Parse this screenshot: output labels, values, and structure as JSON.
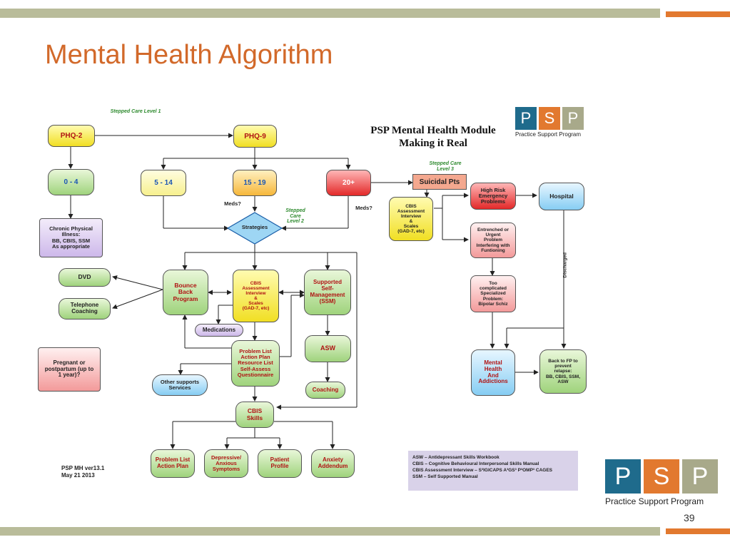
{
  "slide": {
    "title": "Mental Health Algorithm",
    "page_number": "39"
  },
  "module": {
    "title_line1": "PSP Mental Health Module",
    "title_line2": "Making it Real"
  },
  "logo_small": {
    "letters": [
      "P",
      "S",
      "P"
    ],
    "subtitle": "Practice Support Program"
  },
  "logo_large": {
    "letters": [
      "P",
      "S",
      "P"
    ],
    "subtitle": "Practice Support Program"
  },
  "colors": {
    "accent_orange": "#e2792f",
    "bar_olive": "#b9bc9a",
    "title": "#d2692a",
    "logo_teal": "#1f6b8c",
    "logo_orange": "#e2792f",
    "logo_olive": "#a8a98a"
  },
  "annotations": {
    "stepped_care_1": "Stepped Care\nLevel 1",
    "stepped_care_2": "Stepped\nCare\nLevel 2",
    "stepped_care_3": "Stepped Care\nLevel 3",
    "meds_left": "Meds?",
    "meds_right": "Meds?",
    "discharged": "Discharged"
  },
  "nodes": {
    "phq2": "PHQ-2",
    "phq9": "PHQ-9",
    "score_0_4": "0 - 4",
    "score_5_14": "5 - 14",
    "score_15_19": "15 - 19",
    "score_20": "20+",
    "chronic": "Chronic Physical\nIllness:\nBB, CBIS, SSM\nAs appropriate",
    "strategies": "Strategies",
    "suicidal": "Suicidal Pts",
    "cbis_assess_right": "CBIS\nAssessment\nInterview\n&\nScales\n(GAD-7, etc)",
    "high_risk": "High Risk\nEmergency\nProblems",
    "hospital": "Hospital",
    "entrenched": "Entrenched or\nUrgent\nProblem\nInterfering with\nFuntioning",
    "too_complicated": "Too\ncomplicated\nSpecialized\nProblem:\nBipolar Schiz",
    "dvd": "DVD",
    "telephone": "Telephone\nCoaching",
    "bounce_back": "Bounce\nBack\nProgram",
    "cbis_assess_center": "CBIS\nAssessment\nInterview\n&\nScales\n(GAD-7, etc)",
    "ssm": "Supported\nSelf-\nManagement\n(SSM)",
    "medications": "Medications",
    "problem_list": "Problem List\nAction Plan\nResource List\nSelf-Assess\nQuestionnaire",
    "asw": "ASW",
    "coaching": "Coaching",
    "pregnant": "Pregnant or\npostpartum (up to\n1 year)?",
    "other_supports": "Other supports\nServices",
    "cbis_skills": "CBIS\nSkills",
    "mha": "Mental\nHealth\nAnd\nAddictions",
    "back_to_fp": "Back to FP to\nprevent\nrelapse:\nBB, CBIS, SSM,\nASW",
    "pl_action_plan": "Problem List\nAction Plan",
    "depressive": "Depressive/\nAnxious\nSymptoms",
    "patient_profile": "Patient\nProfile",
    "anxiety_addendum": "Anxiety\nAddendum"
  },
  "legend": [
    "ASW – Antidepressant Skills Workbook",
    "CBIS – Cognitive Behavioural Interpersonal Skills Manual",
    "CBIS Assessment Interview – S³IGICAPS A³GS³ P³OMP³ CAGES",
    "SSM – Self Supported Manual"
  ],
  "version": {
    "line1": "PSP MH ver13.1",
    "line2": "May 21 2013"
  }
}
